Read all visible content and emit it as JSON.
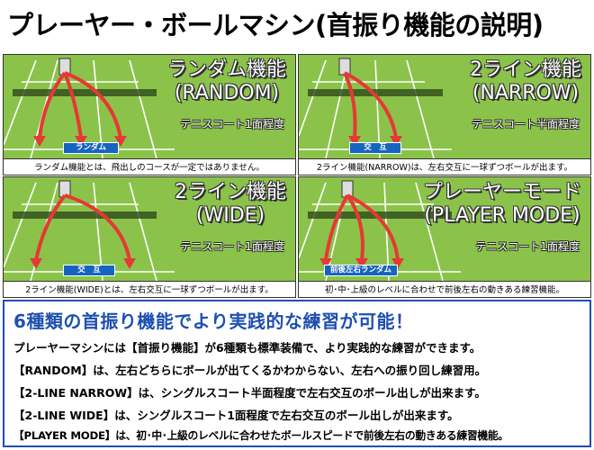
{
  "title": "プレーヤー・ボールマシン(首振り機能の説明)",
  "panels": [
    {
      "title": "ランダム機能",
      "subtitle": "(RANDOM)",
      "court": "テニスコート1面程度",
      "tag": "ランダム",
      "caption": "ランダム機能とは、飛出しのコースが一定ではありません。"
    },
    {
      "title": "2ライン機能",
      "subtitle": "(NARROW)",
      "court": "テニスコート半面程度",
      "tag": "交　互",
      "caption": "2ライン機能(NARROW)は、左右交互に一球ずつボールが出ます。"
    },
    {
      "title": "2ライン機能",
      "subtitle": "(WIDE)",
      "court": "テニスコート1面程度",
      "tag": "交　互",
      "caption": "2ライン機能(WIDE)とは、左右交互に一球ずつボールが出ます。"
    },
    {
      "title": "プレーヤーモード",
      "subtitle": "(PLAYER MODE)",
      "court": "テニスコート1面程度",
      "tag": "前後左右ランダム",
      "caption": "初･中･上級のレベルに合わせで前後左右の動きある練習機能。"
    }
  ],
  "summary": {
    "headline": "6種類の首振り機能でより実践的な練習が可能！",
    "lines": [
      "プレーヤーマシンには【首振り機能】が6種類も標準装備で、より実践的な練習ができます。",
      "【RANDOM】は、左右どちらにボールが出てくるかわからない、左右への振り回し練習用。",
      "【2-LINE NARROW】は、シングルスコート半面程度で左右交互のボール出しが出来ます。",
      "【2-LINE WIDE】は、シングルスコート1面程度で左右交互のボール出しが出来ます。",
      "【PLAYER MODE】は、初･中･上級のレベルに合わせたボールスピードで前後左右の動きある練習機能。"
    ]
  },
  "colors": {
    "field": "#8bc34a",
    "arrow": "#e53935",
    "tag": "#1565c0",
    "headline": "#1e4fb0"
  }
}
